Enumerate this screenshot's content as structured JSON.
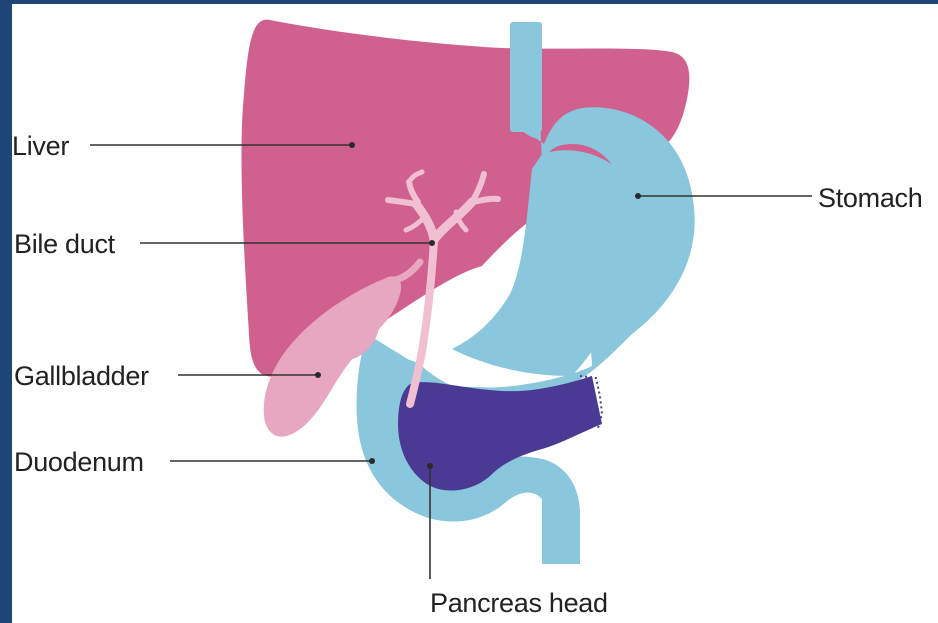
{
  "diagram": {
    "labels": {
      "liver": "Liver",
      "bile_duct": "Bile duct",
      "gallbladder": "Gallbladder",
      "duodenum": "Duodenum",
      "stomach": "Stomach",
      "pancreas_head": "Pancreas head"
    },
    "colors": {
      "frame_border": "#1e4478",
      "liver": "#d0618e",
      "gallbladder": "#e8a7c0",
      "bile_duct": "#f1bfd2",
      "stomach": "#8ac6dc",
      "pancreas": "#4a3a93",
      "background": "#ffffff"
    }
  }
}
